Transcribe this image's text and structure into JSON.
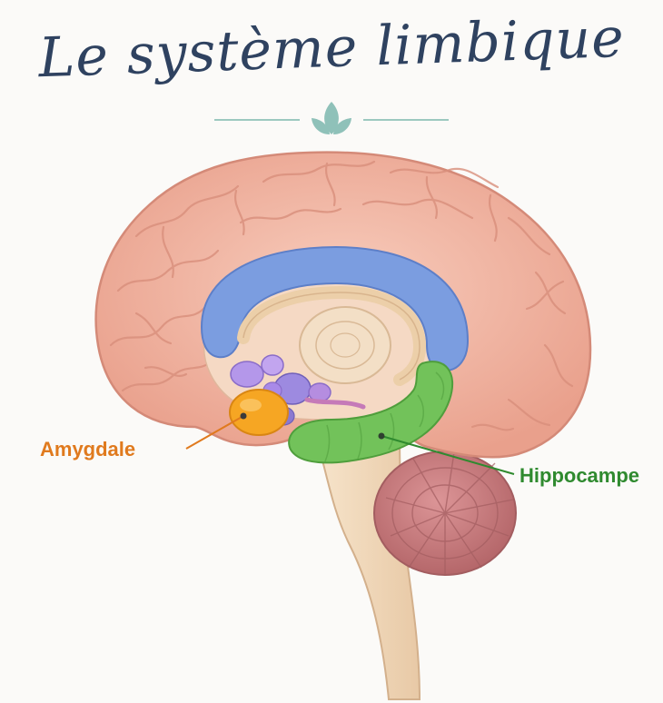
{
  "title": "Le système limbique",
  "labels": {
    "amygdale": "Amygdale",
    "hippocampe": "Hippocampe"
  },
  "colors": {
    "title": "#2f4260",
    "cortex": "#f2b7a4",
    "corpus_callosum": "#7b9de0",
    "hippocampus": "#72c25a",
    "amygdala": "#f6a623",
    "thalamus_nuclei": "#a889e0",
    "cerebellum": "#c9787a",
    "brainstem": "#f3dcc0",
    "ornament": "#8fc1b9"
  }
}
